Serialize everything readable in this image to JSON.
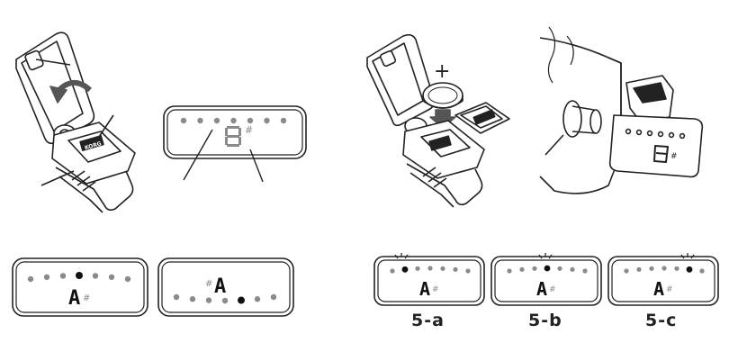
{
  "illustration": {
    "logo_text": "KORG",
    "plus_sign": "+",
    "sharp_sign": "#",
    "display_digit": "8",
    "note_name": "A"
  },
  "captions": {
    "five_a": "5-a",
    "five_b": "5-b",
    "five_c": "5-c"
  },
  "colors": {
    "line": "#222222",
    "led_dim": "#8a8a8a",
    "led_lit": "#111111",
    "led_gray": "#9a9a9a"
  },
  "meters": [
    {
      "id": "lcd-segment-panel",
      "lit_index": -1,
      "row": "top"
    },
    {
      "id": "tuned-sharp-panel",
      "lit_index": 3,
      "row": "top"
    },
    {
      "id": "strobe-row-panel",
      "lit_index": 4,
      "row": "bottom"
    },
    {
      "id": "panel-5a",
      "lit_index": 1,
      "row": "top"
    },
    {
      "id": "panel-5b",
      "lit_index": 3,
      "row": "top"
    },
    {
      "id": "panel-5c",
      "lit_index": 5,
      "row": "top"
    }
  ]
}
